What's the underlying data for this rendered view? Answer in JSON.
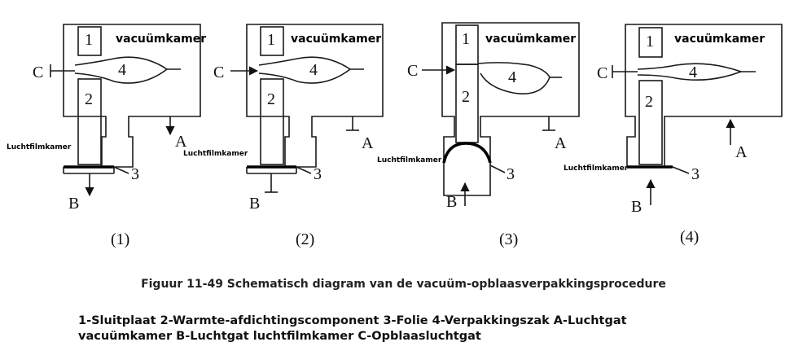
{
  "panels": [
    {
      "caption": "(1)",
      "c": "C",
      "a": "A",
      "b": "B",
      "n1": "1",
      "n2": "2",
      "n3": "3",
      "n4": "4",
      "vk": "vacuümkamer",
      "lf": "Luchtfilmkamer",
      "lf2": "Luchtfilmkamer"
    },
    {
      "caption": "(2)",
      "c": "C",
      "a": "A",
      "b": "B",
      "n1": "1",
      "n2": "2",
      "n3": "3",
      "n4": "4",
      "vk": "vacuümkamer"
    },
    {
      "caption": "(3)",
      "c": "C",
      "a": "A",
      "b": "B",
      "n1": "1",
      "n2": "2",
      "n3": "3",
      "n4": "4",
      "vk": "vacuümkamer",
      "lf": "Luchtfilmkamer"
    },
    {
      "caption": "(4)",
      "c": "C",
      "a": "A",
      "b": "B",
      "n1": "1",
      "n2": "2",
      "n3": "3",
      "n4": "4",
      "vk": "vacuümkamer",
      "lf": "Luchtfilmkamer"
    }
  ],
  "figure_caption": "Figuur 11-49 Schematisch diagram van de vacuüm-opblaasverpakkingsprocedure",
  "legend": "1-Sluitplaat 2-Warmte-afdichtingscomponent 3-Folie 4-Verpakkingszak A-Luchtgat vacuümkamer B-Luchtgat luchtfilmkamer C-Opblaasluchtgat"
}
